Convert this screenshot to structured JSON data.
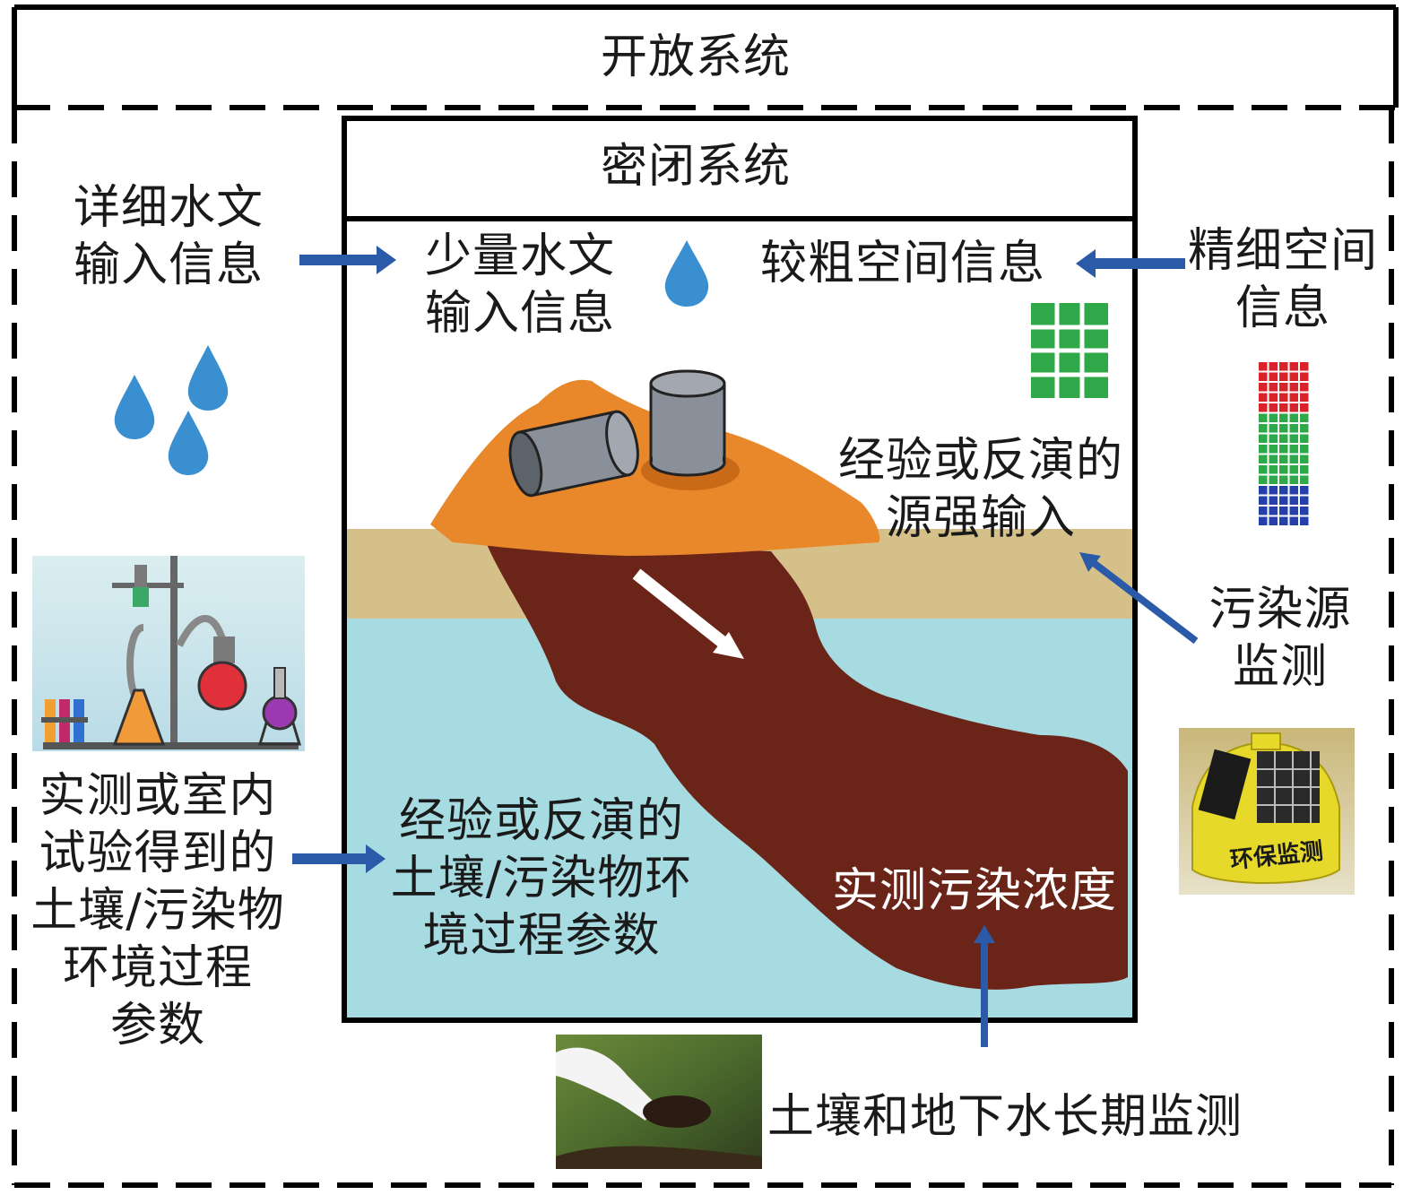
{
  "open_system": {
    "title": "开放系统"
  },
  "closed_system": {
    "title": "密闭系统"
  },
  "labels": {
    "detailed_hydro": [
      "详细水文",
      "输入信息"
    ],
    "limited_hydro": [
      "少量水文",
      "输入信息"
    ],
    "coarse_spatial": "较粗空间信息",
    "fine_spatial": [
      "精细空间",
      "信息"
    ],
    "empirical_source": [
      "经验或反演的",
      "源强输入"
    ],
    "pollution_source_monitoring": [
      "污染源",
      "监测"
    ],
    "measured_params": [
      "实测或室内",
      "试验得到的",
      "土壤/污染物",
      "环境过程",
      "参数"
    ],
    "empirical_params": [
      "经验或反演的",
      "土壤/污染物环",
      "境过程参数"
    ],
    "measured_concentration": "实测污染浓度",
    "long_term_monitoring": "土壤和地下水长期监测",
    "buoy_text": "环保监测"
  },
  "colors": {
    "arrow_blue": "#2a5aa8",
    "soil_tan": "#d6c08a",
    "groundwater": "#a6dbe2",
    "plume": "#6b2418",
    "pile_orange": "#e9882a",
    "drop_blue": "#3a8fd0",
    "grid_green": "#2fa84a",
    "grid_red": "#d8232a",
    "grid_blue": "#2540a8"
  },
  "icons": {
    "water_drop": "water-drop-icon",
    "lab_equipment": "lab-equipment-icon",
    "monitoring_buoy": "monitoring-buoy-icon",
    "soil_sampling": "soil-sampling-photo",
    "barrel": "barrel-icon",
    "fine_grid": "fine-grid-icon",
    "coarse_grid": "coarse-grid-icon"
  }
}
